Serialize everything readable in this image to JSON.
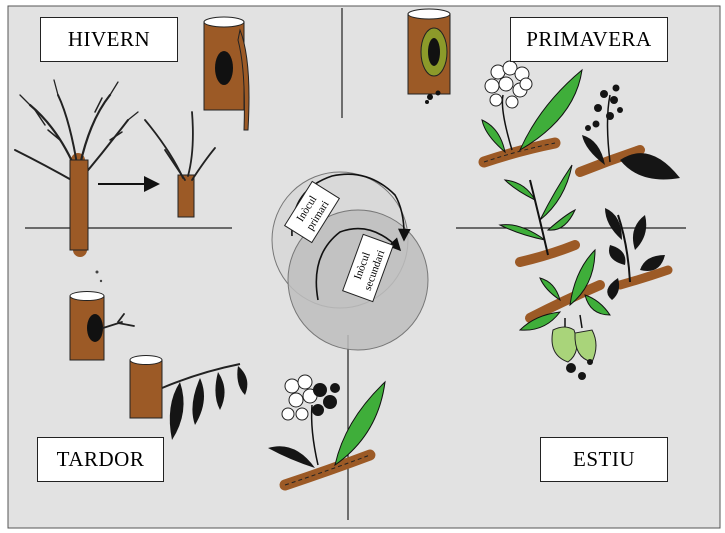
{
  "seasons": {
    "winter": "HIVERN",
    "spring": "PRIMAVERA",
    "autumn": "TARDOR",
    "summer": "ESTIU"
  },
  "cycle": {
    "primary_line1": "Inòcul",
    "primary_line2": "primari",
    "secondary_line1": "Inòcul",
    "secondary_line2": "secundari"
  },
  "colors": {
    "panel": "#e2e2e2",
    "wood": "#9c5a26",
    "leaf_green": "#3fae3a",
    "leaf_dark": "#151515",
    "circle": "#bdbdbd",
    "fruit": "#a9d47a"
  }
}
